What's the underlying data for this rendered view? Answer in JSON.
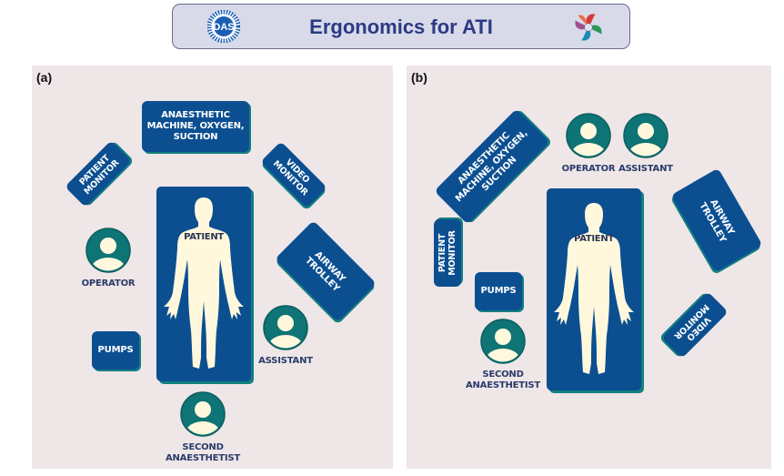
{
  "header": {
    "title": "Ergonomics for ATI",
    "left_logo": "das-society-logo",
    "right_logo": "ati-pinwheel-logo"
  },
  "colors": {
    "equipment_box": "#0b4f91",
    "box_shadow": "#137f80",
    "avatar_ring": "#0e7475",
    "avatar_fill": "#fff8dc",
    "panel_bg": "#efe6e7",
    "header_bg": "#d8daea",
    "title_text": "#2b3a82",
    "label_text": "#2a3c6b"
  },
  "panels": {
    "a": {
      "label": "(a)",
      "patient": "PATIENT",
      "equipment": {
        "anaesthetic_machine": [
          "ANAESTHETIC",
          "MACHINE, OXYGEN,",
          "SUCTION"
        ],
        "patient_monitor": [
          "PATIENT",
          "MONITOR"
        ],
        "video_monitor": [
          "VIDEO",
          "MONITOR"
        ],
        "airway_trolley": [
          "AIRWAY",
          "TROLLEY"
        ],
        "pumps": [
          "PUMPS"
        ]
      },
      "people": {
        "operator": [
          "OPERATOR"
        ],
        "assistant": [
          "ASSISTANT"
        ],
        "second_anaesthetist": [
          "SECOND",
          "ANAESTHETIST"
        ]
      }
    },
    "b": {
      "label": "(b)",
      "patient": "PATIENT",
      "equipment": {
        "anaesthetic_machine": [
          "ANAESTHETIC",
          "MACHINE, OXYGEN,",
          "SUCTION"
        ],
        "patient_monitor": [
          "PATIENT",
          "MONITOR"
        ],
        "video_monitor": [
          "VIDEO",
          "MONITOR"
        ],
        "airway_trolley": [
          "AIRWAY",
          "TROLLEY"
        ],
        "pumps": [
          "PUMPS"
        ]
      },
      "people": {
        "operator": [
          "OPERATOR"
        ],
        "assistant": [
          "ASSISTANT"
        ],
        "second_anaesthetist": [
          "SECOND",
          "ANAESTHETIST"
        ]
      }
    }
  }
}
